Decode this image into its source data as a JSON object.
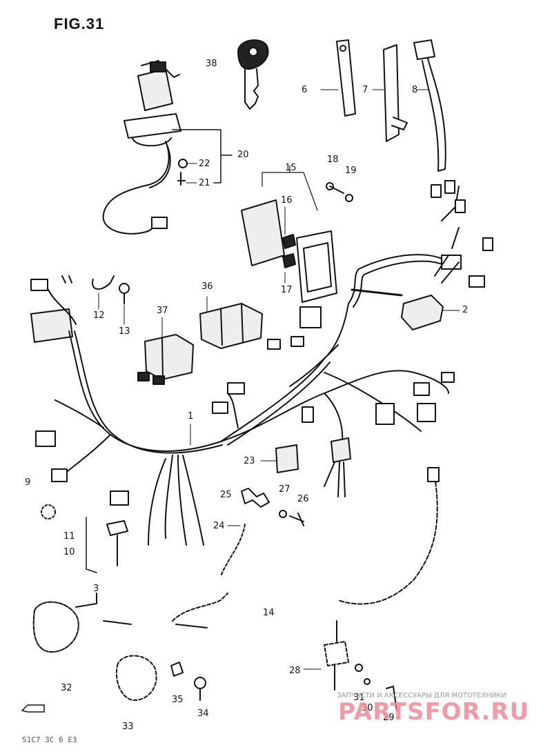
{
  "figure_title": "FIG.31",
  "part_labels": {
    "p1": "1",
    "p2": "2",
    "p3": "3",
    "p6": "6",
    "p7": "7",
    "p8": "8",
    "p9": "9",
    "p10": "10",
    "p11": "11",
    "p12": "12",
    "p13": "13",
    "p14": "14",
    "p15": "15",
    "p16": "16",
    "p17": "17",
    "p18": "18",
    "p19": "19",
    "p20": "20",
    "p21": "21",
    "p22": "22",
    "p23": "23",
    "p24": "24",
    "p25": "25",
    "p26": "26",
    "p27": "27",
    "p28": "28",
    "p29": "29",
    "p30": "30",
    "p31": "31",
    "p32": "32",
    "p33": "33",
    "p34": "34",
    "p35": "35",
    "p36": "36",
    "p37": "37",
    "p38": "38"
  },
  "watermark": {
    "subtitle": "ЗАПЧАСТИ И АКСЕССУАРЫ ДЛЯ МОТОТЕХНИКИ",
    "brand": "PARTSFOR.RU"
  },
  "footer_code": "S1C7 3C 6 E3",
  "colors": {
    "ink": "#111111",
    "watermark_pink": "#f08a98",
    "watermark_gray": "#9a9a9a"
  }
}
